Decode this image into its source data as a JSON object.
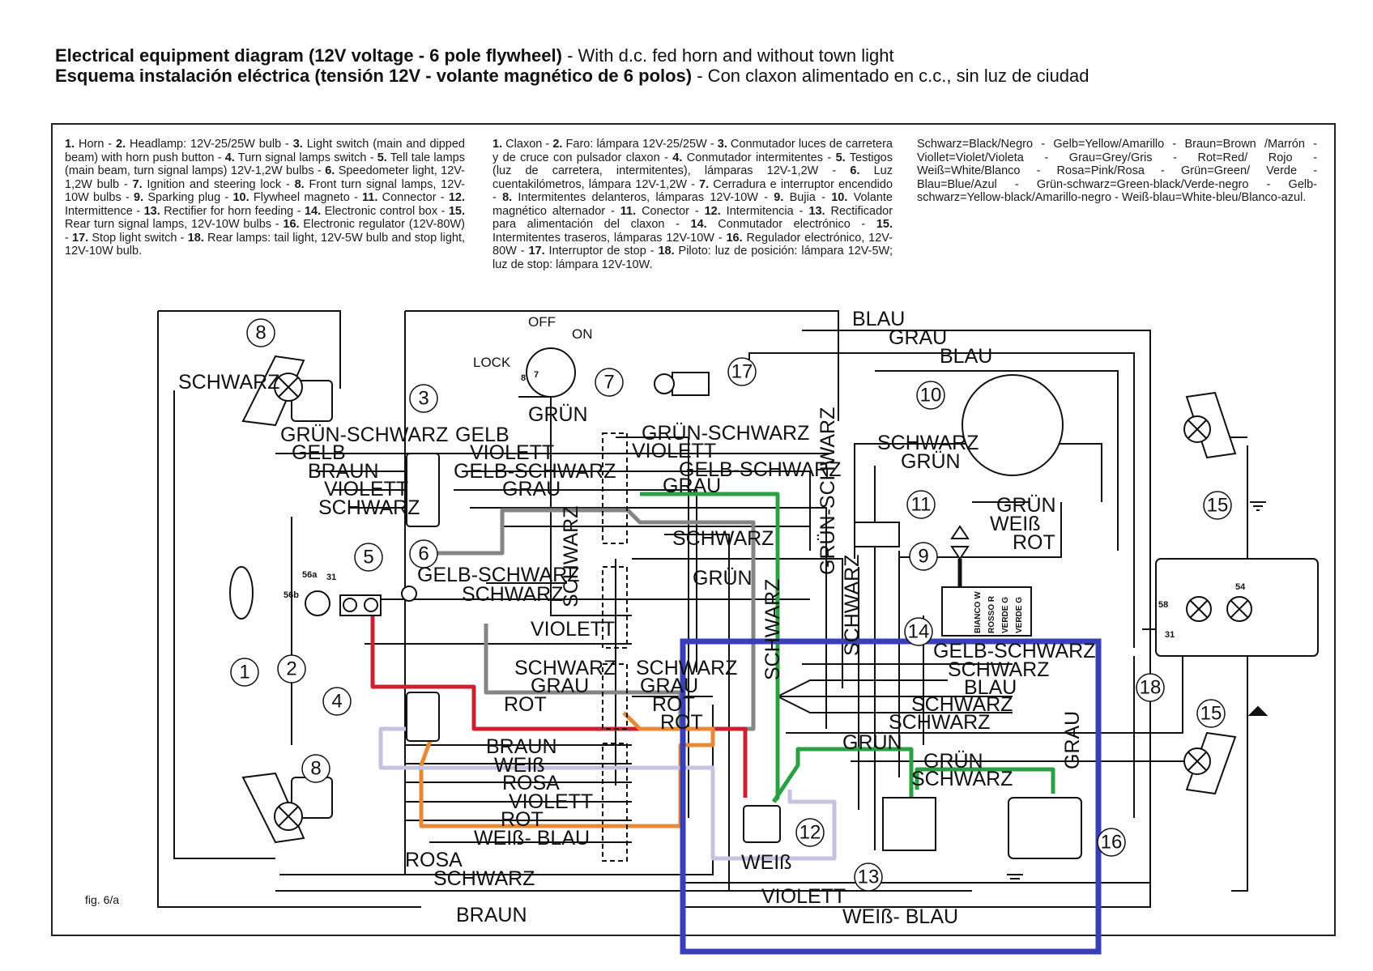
{
  "header": {
    "title_en_bold": "Electrical equipment diagram (12V voltage - 6 pole flywheel)",
    "title_en_rest": " - With d.c. fed horn and without town light",
    "title_es_bold": "Esquema instalación eléctrica (tensión 12V - volante magnético de 6 polos)",
    "title_es_rest": " - Con claxon alimentado en c.c., sin luz de ciudad"
  },
  "legend_en": [
    {
      "n": "1.",
      "t": " Horn - "
    },
    {
      "n": "2.",
      "t": " Headlamp: 12V-25/25W bulb - "
    },
    {
      "n": "3.",
      "t": " Light switch (main and dipped beam) with horn push button - "
    },
    {
      "n": "4.",
      "t": " Turn signal lamps switch - "
    },
    {
      "n": "5.",
      "t": " Tell tale lamps (main beam, turn signal lamps) 12V-1,2W bulbs - "
    },
    {
      "n": "6.",
      "t": " Speedometer light, 12V-1,2W bulb - "
    },
    {
      "n": "7.",
      "t": " Ignition and steering lock - "
    },
    {
      "n": "8.",
      "t": " Front turn signal lamps, 12V-10W bulbs - "
    },
    {
      "n": "9.",
      "t": " Sparking plug - "
    },
    {
      "n": "10.",
      "t": " Flywheel magneto - "
    },
    {
      "n": "11.",
      "t": " Connector - "
    },
    {
      "n": "12.",
      "t": " Intermittence - "
    },
    {
      "n": "13.",
      "t": " Rectifier for horn feeding - "
    },
    {
      "n": "14.",
      "t": " Electronic control box - "
    },
    {
      "n": "15.",
      "t": " Rear turn signal lamps, 12V-10W bulbs - "
    },
    {
      "n": "16.",
      "t": " Electronic regulator (12V-80W) - "
    },
    {
      "n": "17.",
      "t": " Stop light switch - "
    },
    {
      "n": "18.",
      "t": " Rear lamps: tail light, 12V-5W bulb and stop light, 12V-10W bulb."
    }
  ],
  "legend_es": [
    {
      "n": "1.",
      "t": " Claxon - "
    },
    {
      "n": "2.",
      "t": " Faro: lámpara 12V-25/25W - "
    },
    {
      "n": "3.",
      "t": " Conmutador luces de carretera y de cruce con pulsador claxon - "
    },
    {
      "n": "4.",
      "t": " Conmutador intermitentes - "
    },
    {
      "n": "5.",
      "t": " Testigos (luz de carretera, intermitentes), lámparas 12V-1,2W - "
    },
    {
      "n": "6.",
      "t": " Luz cuentakilómetros, lámpara 12V-1,2W - "
    },
    {
      "n": "7.",
      "t": " Cerradura e interruptor encendido - "
    },
    {
      "n": "8.",
      "t": " Intermitentes delanteros, lámparas 12V-10W - "
    },
    {
      "n": "9.",
      "t": " Bujia - "
    },
    {
      "n": "10.",
      "t": " Volante magnético alternador - "
    },
    {
      "n": "11.",
      "t": " Conector - "
    },
    {
      "n": "12.",
      "t": " Intermitencia - "
    },
    {
      "n": "13.",
      "t": " Rectificador para alimentación del claxon - "
    },
    {
      "n": "14.",
      "t": " Conmutador electrónico - "
    },
    {
      "n": "15.",
      "t": " Intermitentes traseros, lámparas 12V-10W - "
    },
    {
      "n": "16.",
      "t": " Regulador electrónico, 12V-80W - "
    },
    {
      "n": "17.",
      "t": " Interruptor de stop - "
    },
    {
      "n": "18.",
      "t": " Piloto: luz de posición: lámpara 12V-5W; luz de stop: lámpara 12V-10W."
    }
  ],
  "legend_colors": "Schwarz=Black/Negro - Gelb=Yellow/Amarillo - Braun=Brown /Marrón - Viollet=Violet/Violeta - Grau=Grey/Gris - Rot=Red/ Rojo - Weiß=White/Blanco - Rosa=Pink/Rosa - Grün=Green/ Verde - Blau=Blue/Azul - Grün-schwarz=Green-black/Verde-negro - Gelb-schwarz=Yellow-black/Amarillo-negro - Weiß-blau=White-bleu/Blanco-azul.",
  "figure_label": "fig. 6/a",
  "switch_labels": {
    "off": "OFF",
    "on": "ON",
    "lock": "LOCK",
    "t8": "8",
    "t7": "7"
  },
  "terminal_labels": {
    "t56a": "56a",
    "t56b": "56b",
    "t31": "31",
    "t58": "58",
    "t31b": "31",
    "t54": "54"
  },
  "control_box_pins": [
    "BIANCO W",
    "ROSSO R",
    "VERDE G",
    "VERDE G"
  ],
  "components": [
    "1",
    "2",
    "3",
    "4",
    "5",
    "6",
    "7",
    "8",
    "8",
    "9",
    "10",
    "11",
    "12",
    "13",
    "14",
    "15",
    "15",
    "16",
    "17",
    "18"
  ],
  "wire_labels": {
    "schwarz_8": "SCHWARZ",
    "gruen_schwarz_a": "GRÜN-SCHWARZ",
    "gelb_a": "GELB",
    "braun_a": "BRAUN",
    "violett_a": "VIOLETT",
    "schwarz_a": "SCHWARZ",
    "gruen_a": "GRÜN",
    "gelb_b": "GELB",
    "violett_b": "VIOLETT",
    "gelb_schwarz_a": "GELB-SCHWARZ",
    "grau_a": "GRAU",
    "gruen_schwarz_b": "GRÜN-SCHWARZ",
    "violett_c": "VIOLETT",
    "gelb_schwarz_b": "GELB-SCHWARZ",
    "grau_b": "GRAU",
    "blau_a": "BLAU",
    "grau_c": "GRAU",
    "blau_b": "BLAU",
    "schwarz_b": "SCHWARZ",
    "gruen_b": "GRÜN",
    "gruen_c": "GRÜN",
    "weiss_a": "WEIß",
    "rot_a": "ROT",
    "gelb_schwarz_c": "GELB-SCHWARZ",
    "schwarz_c": "SCHWARZ",
    "schwarz_v1": "SCHWARZ",
    "gruen_d": "GRÜN",
    "schwarz_d": "SCHWARZ",
    "gruen_schwarz_v": "GRÜN-SCHWARZ",
    "violett_d": "VIOLETT",
    "schwarz_v2": "SCHWARZ",
    "schwarz_v3": "SCHWARZ",
    "schwarz_e": "SCHWARZ",
    "grau_d": "GRAU",
    "rot_b": "ROT",
    "schwarz_f": "SCHWARZ",
    "grau_e": "GRAU",
    "rot_c": "ROT",
    "rot_d": "ROT",
    "gelb_schwarz_d": "GELB-SCHWARZ",
    "schwarz_g": "SCHWARZ",
    "blau_c": "BLAU",
    "schwarz_h": "SCHWARZ",
    "schwarz_i": "SCHWARZ",
    "gruen_e": "GRÜN",
    "gruen_f": "GRÜN",
    "schwarz_j": "SCHWARZ",
    "grau_v": "GRAU",
    "braun_b": "BRAUN",
    "weiss_b": "WEIß",
    "rosa_a": "ROSA",
    "violett_e": "VIOLETT",
    "rot_e": "ROT",
    "weiss_blau_a": "WEIß- BLAU",
    "rosa_b": "ROSA",
    "schwarz_k": "SCHWARZ",
    "braun_c": "BRAUN",
    "weiss_c": "WEIß",
    "violett_f": "VIOLETT",
    "weiss_blau_b": "WEIß- BLAU"
  },
  "highlight_colors": {
    "red": "#cc2030",
    "green": "#2aa042",
    "grey": "#858585",
    "orange": "#e88a35",
    "lavender": "#c6c3e0",
    "blue_box": "#3a3fb8"
  }
}
